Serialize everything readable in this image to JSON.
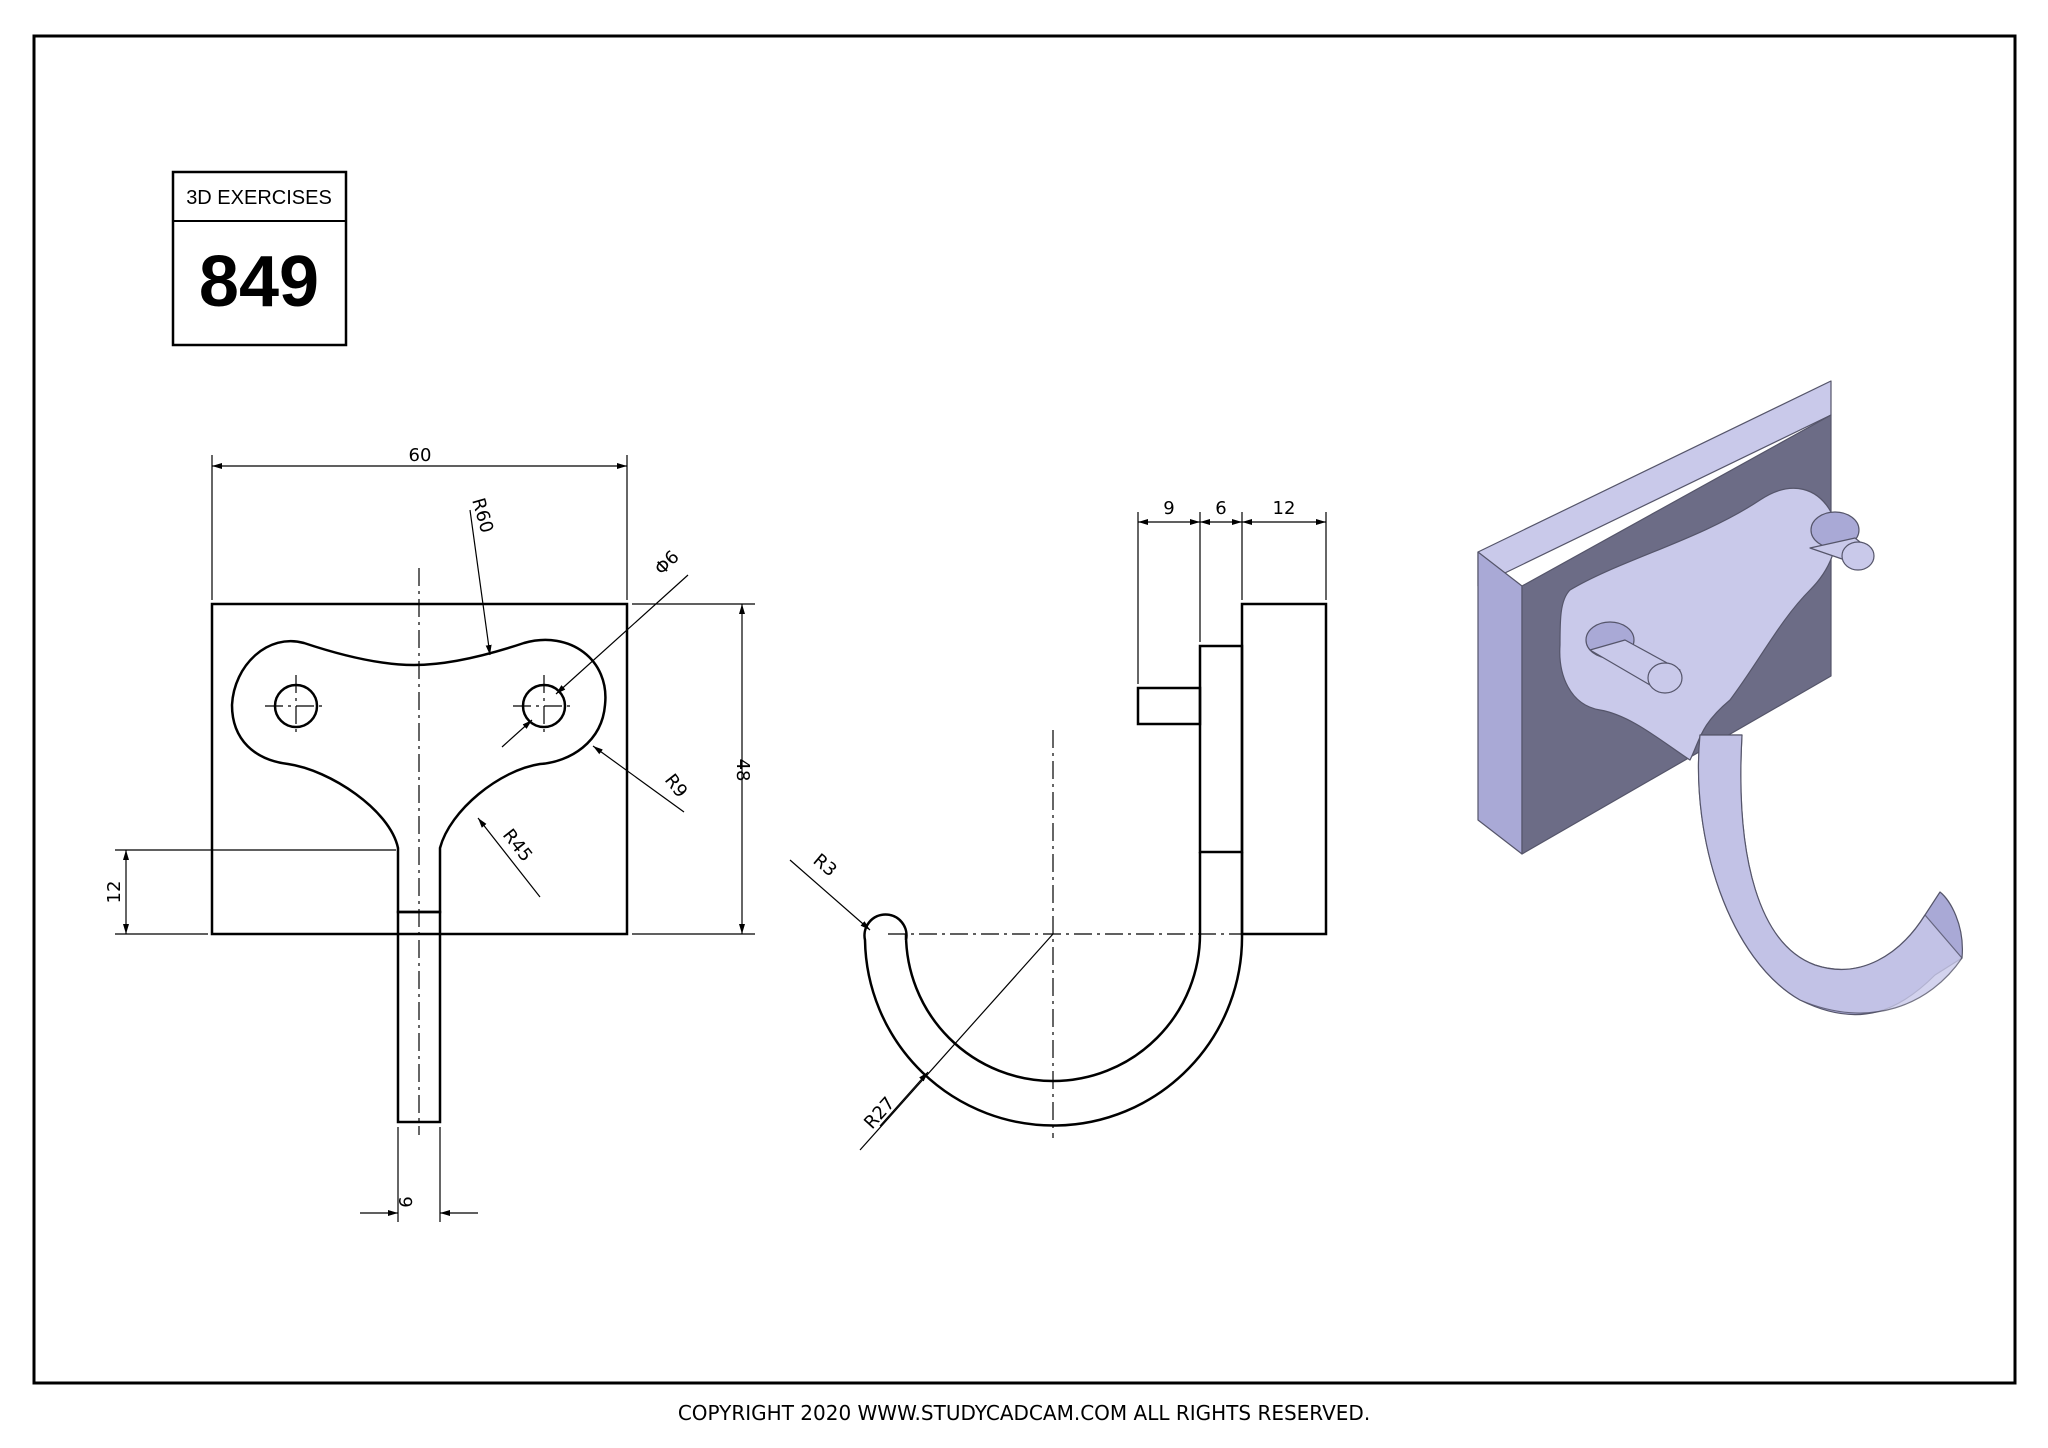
{
  "title_block": {
    "heading": "3D EXERCISES",
    "number": "849"
  },
  "front_view": {
    "dim_width": "60",
    "dim_r60": "R60",
    "dim_dia6": "Φ6",
    "dim_r9": "R9",
    "dim_r45": "R45",
    "dim_height": "48",
    "dim_12": "12",
    "dim_6": "6"
  },
  "side_view": {
    "dim_9": "9",
    "dim_6": "6",
    "dim_12": "12",
    "dim_r3": "R3",
    "dim_r27": "R27"
  },
  "copyright": "COPYRIGHT  2020 WWW.STUDYCADCAM.COM ALL RIGHTS RESERVED.",
  "colors": {
    "iso_light": "#c9c9ea",
    "iso_mid": "#a9a9d6",
    "iso_dark": "#6c6c86",
    "line": "#000000"
  }
}
